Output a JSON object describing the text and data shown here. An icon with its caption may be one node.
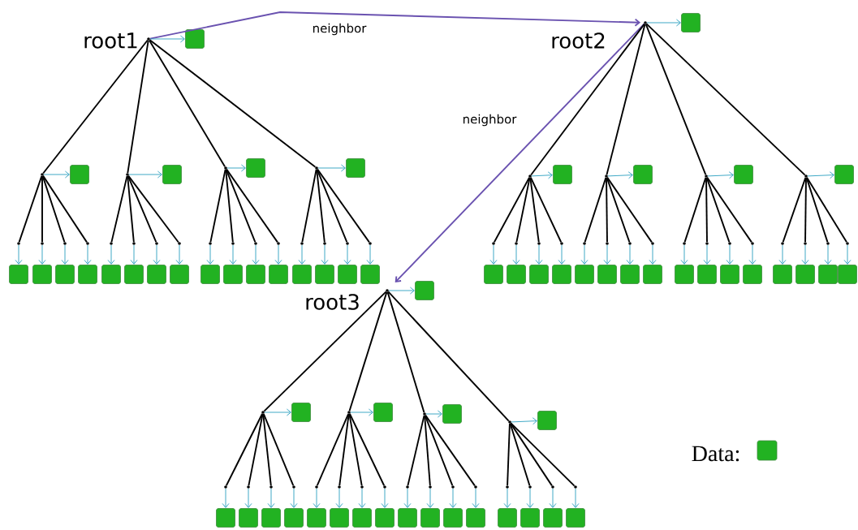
{
  "diagram": {
    "nodes": [
      {
        "text": [],
        "shape": "point",
        "beside": [
          "root1"
        ]
      },
      {
        "text": [],
        "shape": "box"
      },
      {
        "text": [],
        "shape": "point"
      },
      {
        "text": [],
        "shape": "box"
      },
      {
        "text": [],
        "shape": "point"
      },
      {
        "text": [],
        "shape": "box"
      },
      {
        "text": [],
        "shape": "point"
      },
      {
        "text": [],
        "shape": "box"
      },
      {
        "text": [],
        "shape": "point"
      },
      {
        "text": [],
        "shape": "box"
      },
      {
        "text": [],
        "shape": "point"
      },
      {
        "text": [],
        "shape": "point"
      },
      {
        "text": [],
        "shape": "point"
      },
      {
        "text": [],
        "shape": "point"
      },
      {
        "text": [],
        "shape": "point"
      },
      {
        "text": [],
        "shape": "point"
      },
      {
        "text": [],
        "shape": "point"
      },
      {
        "text": [],
        "shape": "point"
      },
      {
        "text": [],
        "shape": "point"
      },
      {
        "text": [],
        "shape": "point"
      },
      {
        "text": [],
        "shape": "point"
      },
      {
        "text": [],
        "shape": "point"
      },
      {
        "text": [],
        "shape": "point"
      },
      {
        "text": [],
        "shape": "point"
      },
      {
        "text": [],
        "shape": "point"
      },
      {
        "text": [],
        "shape": "point"
      },
      {
        "text": [],
        "shape": "box"
      },
      {
        "text": [],
        "shape": "box"
      },
      {
        "text": [],
        "shape": "box"
      },
      {
        "text": [],
        "shape": "box"
      },
      {
        "text": [],
        "shape": "box"
      },
      {
        "text": [],
        "shape": "box"
      },
      {
        "text": [],
        "shape": "box"
      },
      {
        "text": [],
        "shape": "box"
      },
      {
        "text": [],
        "shape": "box"
      },
      {
        "text": [],
        "shape": "box"
      },
      {
        "text": [],
        "shape": "box"
      },
      {
        "text": [],
        "shape": "box"
      },
      {
        "text": [],
        "shape": "box"
      },
      {
        "text": [],
        "shape": "box"
      },
      {
        "text": [],
        "shape": "box"
      },
      {
        "text": [],
        "shape": "box"
      },
      {
        "text": [],
        "shape": "point",
        "beside": [
          "root2"
        ]
      },
      {
        "text": [],
        "shape": "box"
      },
      {
        "text": [],
        "shape": "point"
      },
      {
        "text": [],
        "shape": "box"
      },
      {
        "text": [],
        "shape": "point"
      },
      {
        "text": [],
        "shape": "box"
      },
      {
        "text": [],
        "shape": "point"
      },
      {
        "text": [],
        "shape": "box"
      },
      {
        "text": [],
        "shape": "point"
      },
      {
        "text": [],
        "shape": "box"
      },
      {
        "text": [],
        "shape": "point"
      },
      {
        "text": [],
        "shape": "point"
      },
      {
        "text": [],
        "shape": "point"
      },
      {
        "text": [],
        "shape": "point"
      },
      {
        "text": [],
        "shape": "point"
      },
      {
        "text": [],
        "shape": "point"
      },
      {
        "text": [],
        "shape": "point"
      },
      {
        "text": [],
        "shape": "point"
      },
      {
        "text": [],
        "shape": "point"
      },
      {
        "text": [],
        "shape": "point"
      },
      {
        "text": [],
        "shape": "point"
      },
      {
        "text": [],
        "shape": "point"
      },
      {
        "text": [],
        "shape": "point"
      },
      {
        "text": [],
        "shape": "point"
      },
      {
        "text": [],
        "shape": "point"
      },
      {
        "text": [],
        "shape": "point"
      },
      {
        "text": [],
        "shape": "box"
      },
      {
        "text": [],
        "shape": "box"
      },
      {
        "text": [],
        "shape": "box"
      },
      {
        "text": [],
        "shape": "box"
      },
      {
        "text": [],
        "shape": "box"
      },
      {
        "text": [],
        "shape": "box"
      },
      {
        "text": [],
        "shape": "box"
      },
      {
        "text": [],
        "shape": "box"
      },
      {
        "text": [],
        "shape": "box"
      },
      {
        "text": [],
        "shape": "box"
      },
      {
        "text": [],
        "shape": "box"
      },
      {
        "text": [],
        "shape": "box"
      },
      {
        "text": [],
        "shape": "box"
      },
      {
        "text": [],
        "shape": "box"
      },
      {
        "text": [],
        "shape": "box"
      },
      {
        "text": [],
        "shape": "box"
      },
      {
        "text": [],
        "shape": "point"
      },
      {
        "text": [],
        "shape": "box"
      },
      {
        "text": [],
        "shape": "point"
      },
      {
        "text": [],
        "shape": "box"
      },
      {
        "text": [],
        "shape": "point"
      },
      {
        "text": [],
        "shape": "box"
      },
      {
        "text": [],
        "shape": "point"
      },
      {
        "text": [],
        "shape": "box"
      },
      {
        "text": [],
        "shape": "point"
      },
      {
        "text": [],
        "shape": "box"
      },
      {
        "text": [],
        "shape": "point"
      },
      {
        "text": [],
        "shape": "point"
      },
      {
        "text": [],
        "shape": "point"
      },
      {
        "text": [],
        "shape": "point"
      },
      {
        "text": [],
        "shape": "point"
      },
      {
        "text": [],
        "shape": "point"
      },
      {
        "text": [],
        "shape": "point"
      },
      {
        "text": [],
        "shape": "point"
      },
      {
        "text": [],
        "shape": "point"
      },
      {
        "text": [],
        "shape": "point"
      },
      {
        "text": [],
        "shape": "point"
      },
      {
        "text": [],
        "shape": "point"
      },
      {
        "text": [],
        "shape": "point"
      },
      {
        "text": [],
        "shape": "point"
      },
      {
        "text": [],
        "shape": "point"
      },
      {
        "text": [],
        "shape": "point"
      },
      {
        "text": [],
        "shape": "box"
      },
      {
        "text": [],
        "shape": "box"
      },
      {
        "text": [],
        "shape": "box"
      },
      {
        "text": [],
        "shape": "box"
      },
      {
        "text": [],
        "shape": "box"
      },
      {
        "text": [],
        "shape": "box"
      },
      {
        "text": [],
        "shape": "box"
      },
      {
        "text": [],
        "shape": "box"
      },
      {
        "text": [],
        "shape": "box"
      },
      {
        "text": [],
        "shape": "box"
      },
      {
        "text": [],
        "shape": "box"
      },
      {
        "text": [],
        "shape": "box"
      },
      {
        "text": [],
        "shape": "box"
      },
      {
        "text": [],
        "shape": "box"
      },
      {
        "text": [],
        "shape": "box"
      },
      {
        "text": [],
        "shape": "box"
      }
    ],
    "edges": [
      {
        "from": 0,
        "to": 42,
        "arrow": "to",
        "label": "neighbor",
        "color": "#6a52b0"
      },
      {
        "from": 42,
        "to": 84,
        "arrow": "to",
        "label": "neighbor",
        "color": "#6a52b0"
      },
      {
        "from": 0,
        "to": 1,
        "arrow": "to"
      },
      {
        "from": 0,
        "to": 2,
        "arrow": "none",
        "color": "#000000"
      },
      {
        "from": 2,
        "to": 3,
        "arrow": "to"
      },
      {
        "from": 0,
        "to": 4,
        "arrow": "none",
        "color": "#000000"
      },
      {
        "from": 4,
        "to": 5,
        "arrow": "to"
      },
      {
        "from": 0,
        "to": 6,
        "arrow": "none",
        "color": "#000000"
      },
      {
        "from": 6,
        "to": 7,
        "arrow": "to"
      },
      {
        "from": 0,
        "to": 8,
        "arrow": "none",
        "color": "#000000"
      },
      {
        "from": 8,
        "to": 9,
        "arrow": "to"
      },
      {
        "from": 2,
        "to": 10,
        "arrow": "none",
        "color": "#000000"
      },
      {
        "from": 2,
        "to": 11,
        "arrow": "none",
        "color": "#000000"
      },
      {
        "from": 2,
        "to": 12,
        "arrow": "none",
        "color": "#000000"
      },
      {
        "from": 2,
        "to": 13,
        "arrow": "none",
        "color": "#000000"
      },
      {
        "from": 4,
        "to": 14,
        "arrow": "none",
        "color": "#000000"
      },
      {
        "from": 4,
        "to": 15,
        "arrow": "none",
        "color": "#000000"
      },
      {
        "from": 4,
        "to": 16,
        "arrow": "none",
        "color": "#000000"
      },
      {
        "from": 4,
        "to": 17,
        "arrow": "none",
        "color": "#000000"
      },
      {
        "from": 6,
        "to": 18,
        "arrow": "none",
        "color": "#000000"
      },
      {
        "from": 6,
        "to": 19,
        "arrow": "none",
        "color": "#000000"
      },
      {
        "from": 6,
        "to": 20,
        "arrow": "none",
        "color": "#000000"
      },
      {
        "from": 6,
        "to": 21,
        "arrow": "none",
        "color": "#000000"
      },
      {
        "from": 8,
        "to": 22,
        "arrow": "none",
        "color": "#000000"
      },
      {
        "from": 8,
        "to": 23,
        "arrow": "none",
        "color": "#000000"
      },
      {
        "from": 8,
        "to": 24,
        "arrow": "none",
        "color": "#000000"
      },
      {
        "from": 8,
        "to": 25,
        "arrow": "none",
        "color": "#000000"
      },
      {
        "from": 10,
        "to": 26,
        "arrow": "to"
      },
      {
        "from": 11,
        "to": 27,
        "arrow": "to"
      },
      {
        "from": 12,
        "to": 28,
        "arrow": "to"
      },
      {
        "from": 13,
        "to": 29,
        "arrow": "to"
      },
      {
        "from": 14,
        "to": 30,
        "arrow": "to"
      },
      {
        "from": 15,
        "to": 31,
        "arrow": "to"
      },
      {
        "from": 16,
        "to": 32,
        "arrow": "to"
      },
      {
        "from": 17,
        "to": 33,
        "arrow": "to"
      },
      {
        "from": 18,
        "to": 34,
        "arrow": "to"
      },
      {
        "from": 19,
        "to": 35,
        "arrow": "to"
      },
      {
        "from": 20,
        "to": 36,
        "arrow": "to"
      },
      {
        "from": 21,
        "to": 37,
        "arrow": "to"
      },
      {
        "from": 22,
        "to": 38,
        "arrow": "to"
      },
      {
        "from": 23,
        "to": 39,
        "arrow": "to"
      },
      {
        "from": 24,
        "to": 40,
        "arrow": "to"
      },
      {
        "from": 25,
        "to": 41,
        "arrow": "to"
      },
      {
        "from": 42,
        "to": 43,
        "arrow": "to"
      },
      {
        "from": 42,
        "to": 44,
        "arrow": "none",
        "color": "#000000"
      },
      {
        "from": 44,
        "to": 45,
        "arrow": "to"
      },
      {
        "from": 42,
        "to": 46,
        "arrow": "none",
        "color": "#000000"
      },
      {
        "from": 46,
        "to": 47,
        "arrow": "to"
      },
      {
        "from": 42,
        "to": 48,
        "arrow": "none",
        "color": "#000000"
      },
      {
        "from": 48,
        "to": 49,
        "arrow": "to"
      },
      {
        "from": 42,
        "to": 50,
        "arrow": "none",
        "color": "#000000"
      },
      {
        "from": 50,
        "to": 51,
        "arrow": "to"
      },
      {
        "from": 44,
        "to": 52,
        "arrow": "none",
        "color": "#000000"
      },
      {
        "from": 44,
        "to": 53,
        "arrow": "none",
        "color": "#000000"
      },
      {
        "from": 44,
        "to": 54,
        "arrow": "none",
        "color": "#000000"
      },
      {
        "from": 44,
        "to": 55,
        "arrow": "none",
        "color": "#000000"
      },
      {
        "from": 46,
        "to": 56,
        "arrow": "none",
        "color": "#000000"
      },
      {
        "from": 46,
        "to": 57,
        "arrow": "none",
        "color": "#000000"
      },
      {
        "from": 46,
        "to": 58,
        "arrow": "none",
        "color": "#000000"
      },
      {
        "from": 46,
        "to": 59,
        "arrow": "none",
        "color": "#000000"
      },
      {
        "from": 48,
        "to": 60,
        "arrow": "none",
        "color": "#000000"
      },
      {
        "from": 48,
        "to": 61,
        "arrow": "none",
        "color": "#000000"
      },
      {
        "from": 48,
        "to": 62,
        "arrow": "none",
        "color": "#000000"
      },
      {
        "from": 48,
        "to": 63,
        "arrow": "none",
        "color": "#000000"
      },
      {
        "from": 50,
        "to": 64,
        "arrow": "none",
        "color": "#000000"
      },
      {
        "from": 50,
        "to": 65,
        "arrow": "none",
        "color": "#000000"
      },
      {
        "from": 50,
        "to": 66,
        "arrow": "none",
        "color": "#000000"
      },
      {
        "from": 50,
        "to": 67,
        "arrow": "none",
        "color": "#000000"
      },
      {
        "from": 52,
        "to": 68,
        "arrow": "to"
      },
      {
        "from": 53,
        "to": 69,
        "arrow": "to"
      },
      {
        "from": 54,
        "to": 70,
        "arrow": "to"
      },
      {
        "from": 55,
        "to": 71,
        "arrow": "to"
      },
      {
        "from": 56,
        "to": 72,
        "arrow": "to"
      },
      {
        "from": 57,
        "to": 73,
        "arrow": "to"
      },
      {
        "from": 58,
        "to": 74,
        "arrow": "to"
      },
      {
        "from": 59,
        "to": 75,
        "arrow": "to"
      },
      {
        "from": 60,
        "to": 76,
        "arrow": "to"
      },
      {
        "from": 61,
        "to": 77,
        "arrow": "to"
      },
      {
        "from": 62,
        "to": 78,
        "arrow": "to"
      },
      {
        "from": 63,
        "to": 79,
        "arrow": "to"
      },
      {
        "from": 64,
        "to": 80,
        "arrow": "to"
      },
      {
        "from": 65,
        "to": 81,
        "arrow": "to"
      },
      {
        "from": 66,
        "to": 82,
        "arrow": "to"
      },
      {
        "from": 67,
        "to": 83,
        "arrow": "to"
      },
      {
        "from": 84,
        "to": 85,
        "arrow": "to"
      },
      {
        "from": 84,
        "to": 86,
        "arrow": "none",
        "color": "#000000"
      },
      {
        "from": 86,
        "to": 87,
        "arrow": "to"
      },
      {
        "from": 84,
        "to": 88,
        "arrow": "none",
        "color": "#000000"
      },
      {
        "from": 88,
        "to": 89,
        "arrow": "to"
      },
      {
        "from": 84,
        "to": 90,
        "arrow": "none",
        "color": "#000000"
      },
      {
        "from": 90,
        "to": 91,
        "arrow": "to"
      },
      {
        "from": 84,
        "to": 92,
        "arrow": "none",
        "color": "#000000"
      },
      {
        "from": 92,
        "to": 93,
        "arrow": "to"
      },
      {
        "from": 86,
        "to": 94,
        "arrow": "none",
        "color": "#000000"
      },
      {
        "from": 86,
        "to": 95,
        "arrow": "none",
        "color": "#000000"
      },
      {
        "from": 86,
        "to": 96,
        "arrow": "none",
        "color": "#000000"
      },
      {
        "from": 86,
        "to": 97,
        "arrow": "none",
        "color": "#000000"
      },
      {
        "from": 88,
        "to": 98,
        "arrow": "none",
        "color": "#000000"
      },
      {
        "from": 88,
        "to": 99,
        "arrow": "none",
        "color": "#000000"
      },
      {
        "from": 88,
        "to": 100,
        "arrow": "none",
        "color": "#000000"
      },
      {
        "from": 88,
        "to": 101,
        "arrow": "none",
        "color": "#000000"
      },
      {
        "from": 90,
        "to": 102,
        "arrow": "none",
        "color": "#000000"
      },
      {
        "from": 90,
        "to": 103,
        "arrow": "none",
        "color": "#000000"
      },
      {
        "from": 90,
        "to": 104,
        "arrow": "none",
        "color": "#000000"
      },
      {
        "from": 90,
        "to": 105,
        "arrow": "none",
        "color": "#000000"
      },
      {
        "from": 92,
        "to": 106,
        "arrow": "none",
        "color": "#000000"
      },
      {
        "from": 92,
        "to": 107,
        "arrow": "none",
        "color": "#000000"
      },
      {
        "from": 92,
        "to": 108,
        "arrow": "none",
        "color": "#000000"
      },
      {
        "from": 92,
        "to": 109,
        "arrow": "none",
        "color": "#000000"
      },
      {
        "from": 94,
        "to": 110,
        "arrow": "to"
      },
      {
        "from": 95,
        "to": 111,
        "arrow": "to"
      },
      {
        "from": 96,
        "to": 112,
        "arrow": "to"
      },
      {
        "from": 97,
        "to": 113,
        "arrow": "to"
      },
      {
        "from": 98,
        "to": 114,
        "arrow": "to"
      },
      {
        "from": 99,
        "to": 115,
        "arrow": "to"
      },
      {
        "from": 100,
        "to": 116,
        "arrow": "to"
      },
      {
        "from": 101,
        "to": 117,
        "arrow": "to"
      },
      {
        "from": 102,
        "to": 118,
        "arrow": "to"
      },
      {
        "from": 103,
        "to": 119,
        "arrow": "to"
      },
      {
        "from": 104,
        "to": 120,
        "arrow": "to"
      },
      {
        "from": 105,
        "to": 121,
        "arrow": "to"
      },
      {
        "from": 106,
        "to": 122,
        "arrow": "to"
      },
      {
        "from": 107,
        "to": 123,
        "arrow": "to"
      },
      {
        "from": 108,
        "to": 124,
        "arrow": "to"
      },
      {
        "from": 109,
        "to": 125,
        "arrow": "to"
      }
    ],
    "labels": [
      "root3"
    ],
    "legend": [
      {
        "text": "Data:",
        "color": "#22b222"
      }
    ]
  }
}
